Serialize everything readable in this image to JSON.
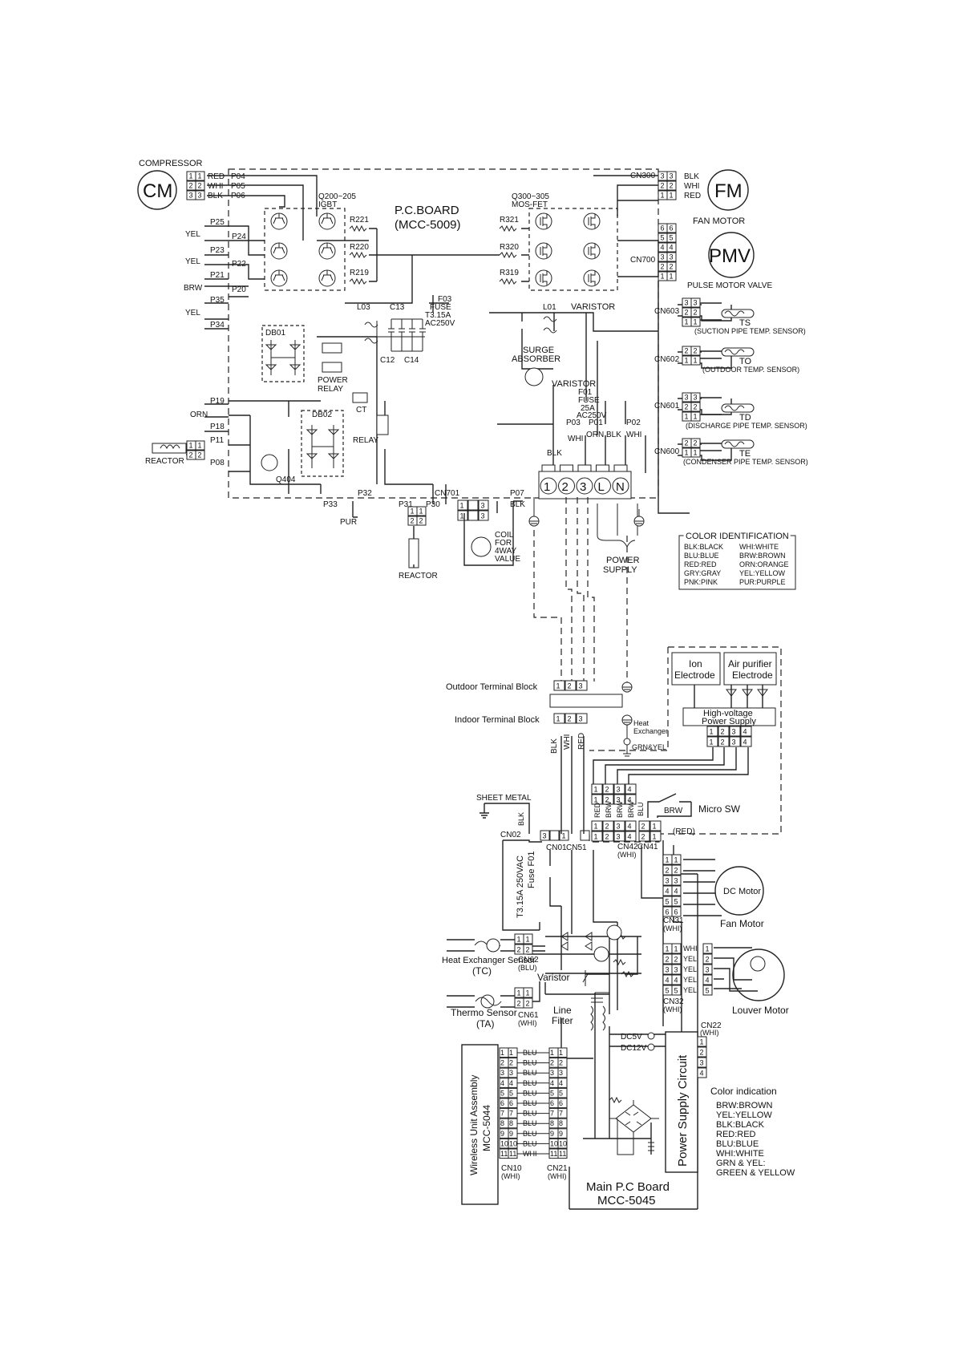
{
  "outdoor": {
    "compressor_label": "COMPRESSOR",
    "cm": "CM",
    "fm": "FM",
    "fan_motor": "FAN MOTOR",
    "pmv": "PMV",
    "pmv_label": "PULSE MOTOR VALVE",
    "board_title": "P.C.BOARD",
    "board_model": "(MCC-5009)",
    "cn300": "CN300",
    "cn700": "CN700",
    "igbt_range": "Q200~205",
    "igbt_label": "IGBT",
    "mosfet_range": "Q300~305",
    "mosfet_label": "MOS-FET",
    "comp_ports": [
      "P04",
      "P05",
      "P06"
    ],
    "comp_colors": [
      "RED",
      "WHI",
      "BLK"
    ],
    "fm_colors": [
      "BLK",
      "WHI",
      "RED"
    ],
    "resistors_left": [
      "R221",
      "R220",
      "R219"
    ],
    "resistors_right": [
      "R321",
      "R320",
      "R319"
    ],
    "left_ports": [
      "P25",
      "P24",
      "P23",
      "P22",
      "P21",
      "P20",
      "P35",
      "P34",
      "P19",
      "P18",
      "P11",
      "P08"
    ],
    "left_colors": [
      "YEL",
      "YEL",
      "BRW",
      "YEL",
      "ORN"
    ],
    "reactor": "REACTOR",
    "l03": "L03",
    "c13": "C13",
    "c12": "C12",
    "c14": "C14",
    "db01": "DB01",
    "db02": "DB02",
    "power_relay": "POWER",
    "power_relay2": "RELAY",
    "ct": "CT",
    "relay": "RELAY",
    "q404": "Q404",
    "f03_a": "F03",
    "f03_b": "FUSE",
    "f03_c": "T3.15A",
    "f03_d": "AC250V",
    "l01": "L01",
    "varistor": "VARISTOR",
    "surge_a": "SURGE",
    "surge_b": "ABSORBER",
    "varistor2": "VARISTOR",
    "f01_a": "F01",
    "f01_b": "FUSE",
    "f01_c": "25A",
    "f01_d": "AC250V",
    "p03": "P03",
    "p01": "P01",
    "p02": "P02",
    "whi": "WHI",
    "orn": "ORN",
    "blk": "BLK",
    "whi2": "WHI",
    "blk2": "BLK",
    "tb_labels": [
      "1",
      "2",
      "3",
      "L",
      "N"
    ],
    "p33": "P33",
    "p32": "P32",
    "pur": "PUR",
    "p31": "P31",
    "p30": "P30",
    "cn701": "CN701",
    "p07": "P07",
    "blk3": "BLK",
    "reactor2": "REACTOR",
    "coil_a": "COIL",
    "coil_b": "FOR",
    "coil_c": "4WAY",
    "coil_d": "VALUE",
    "power_a": "POWER",
    "power_b": "SUPPLY",
    "sensors": [
      {
        "cn": "CN603",
        "name": "TS",
        "desc": "(SUCTION PIPE TEMP. SENSOR)"
      },
      {
        "cn": "CN602",
        "name": "TO",
        "desc": "(OUTDOOR TEMP. SENSOR)"
      },
      {
        "cn": "CN601",
        "name": "TD",
        "desc": "(DISCHARGE PIPE TEMP. SENSOR)"
      },
      {
        "cn": "CN600",
        "name": "TE",
        "desc": "(CONDENSER PIPE TEMP. SENSOR)"
      }
    ],
    "color_id_title": "COLOR IDENTIFICATION",
    "color_id_left": [
      "BLK:BLACK",
      "BLU:BLUE",
      "RED:RED",
      "GRY:GRAY",
      "PNK:PINK"
    ],
    "color_id_right": [
      "WHI:WHITE",
      "BRW:BROWN",
      "ORN:ORANGE",
      "YEL:YELLOW",
      "PUR:PURPLE"
    ]
  },
  "indoor": {
    "outdoor_tb": "Outdoor Terminal Block",
    "indoor_tb": "Indoor Terminal Block",
    "heat_a": "Heat",
    "heat_b": "Exchanger",
    "grn_yel": "GRN&YEL",
    "wire_blk": "BLK",
    "wire_whi": "WHI",
    "wire_red": "RED",
    "ion_a": "Ion",
    "ion_b": "Electrode",
    "air_a": "Air purifier",
    "air_b": "Electrode",
    "hv_a": "High-voltage",
    "hv_b": "Power Supply",
    "sheet_metal": "SHEET METAL",
    "blk_sm": "BLK",
    "cn02": "CN02",
    "cn01": "CN01",
    "cn51": "CN51",
    "cn42": "CN42",
    "cn42_c": "(WHI)",
    "cn41": "CN41",
    "red_paren": "(RED)",
    "micro_sw": "Micro SW",
    "brw": "BRW",
    "blu": "BLU",
    "cn42_wires": [
      "RED",
      "BRW",
      "BRW",
      "BRW"
    ],
    "fuse_a": "T3.15A 250VAC",
    "fuse_b": "Fuse F01",
    "he_sensor": "Heat Exchanger Sensor",
    "tc": "(TC)",
    "cn62": "CN62",
    "cn62_c": "(BLU)",
    "varistor": "Varistor",
    "thermo": "Thermo Sensor",
    "ta": "(TA)",
    "cn61": "CN61",
    "cn61_c": "(WHI)",
    "line_a": "Line",
    "line_b": "Filter",
    "dc5": "DC5V",
    "dc12": "DC12V",
    "psc": "Power Supply Circuit",
    "cn22": "CN22",
    "cn22_c": "(WHI)",
    "dc_motor": "DC Motor",
    "fan_motor": "Fan Motor",
    "cn31": "CN31",
    "cn31_c": "(WHI)",
    "louver": "Louver Motor",
    "cn32": "CN32",
    "cn32_c": "(WHI)",
    "louver_colors": [
      "WHI",
      "YEL",
      "YEL",
      "YEL",
      "YEL"
    ],
    "wireless_a": "Wireless Unit Assembly",
    "wireless_b": "MCC-5044",
    "wireless_colors": [
      "BLU",
      "BLU",
      "BLU",
      "BLU",
      "BLU",
      "BLU",
      "BLU",
      "BLU",
      "BLU",
      "BLU",
      "WHI"
    ],
    "cn10": "CN10",
    "cn10_c": "(WHI)",
    "cn21": "CN21",
    "cn21_c": "(WHI)",
    "main_a": "Main P.C Board",
    "main_b": "MCC-5045",
    "color_ind_title": "Color indication",
    "color_ind": [
      "BRW:BROWN",
      "YEL:YELLOW",
      "BLK:BLACK",
      "RED:RED",
      "BLU:BLUE",
      "WHI:WHITE",
      "GRN & YEL:",
      "GREEN & YELLOW"
    ]
  }
}
